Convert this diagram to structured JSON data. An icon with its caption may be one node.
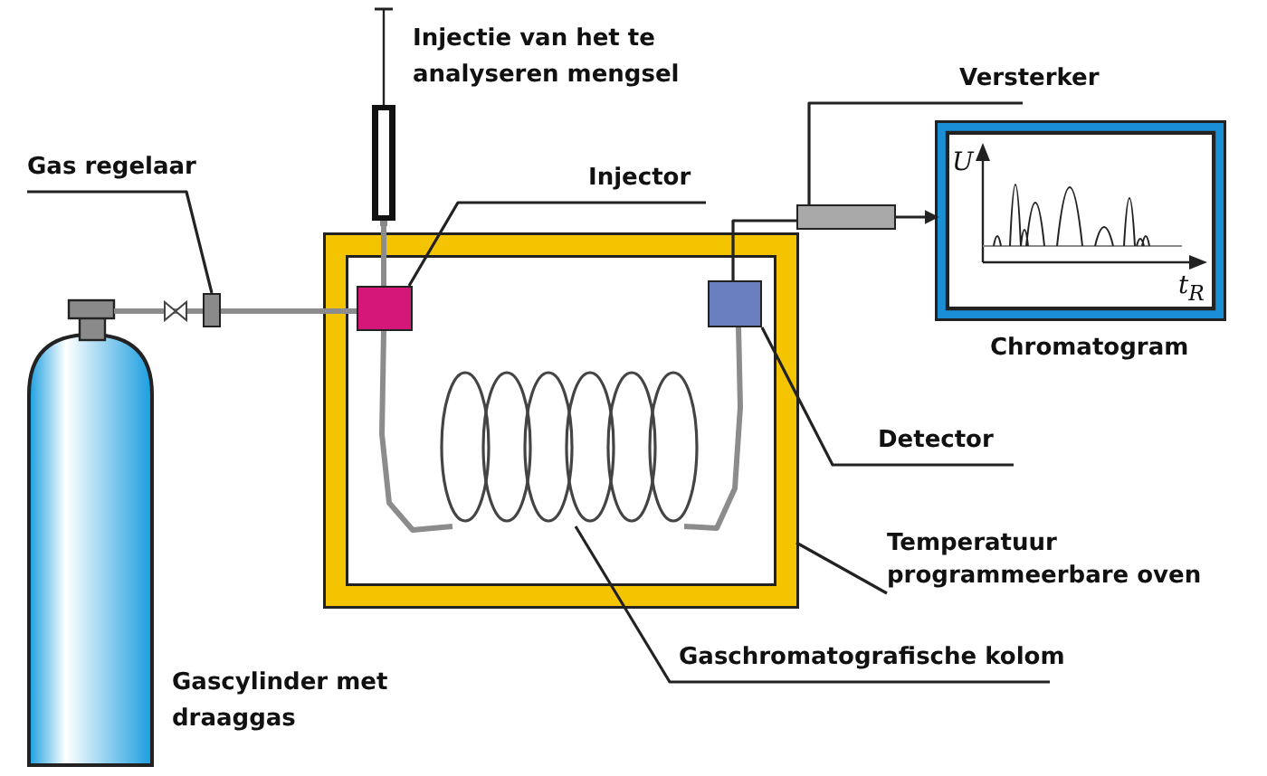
{
  "diagram": {
    "nodes": [
      {
        "text": [
          "Gas regelaar"
        ]
      },
      {
        "text": [],
        "shape": "box"
      },
      {
        "text": [],
        "shape": "cylinder",
        "beside": [
          "Gascylinder met draaggas"
        ]
      },
      {
        "text": [],
        "shape": "picture",
        "beside": [
          "Injectie van het te analyseren mengsel"
        ]
      },
      {
        "text": [],
        "shape": "box"
      },
      {
        "text": [],
        "shape": "box",
        "in": 4
      },
      {
        "text": [],
        "shape": "box",
        "in": 4
      },
      {
        "text": [],
        "shape": "picture",
        "in": 4
      },
      {
        "text": [],
        "shape": "box"
      },
      {
        "text": [],
        "shape": "box",
        "beside": [
          "Chromatogram"
        ]
      },
      {
        "text": [
          "Injector"
        ]
      },
      {
        "text": [
          "Versterker"
        ]
      },
      {
        "text": [
          "Detector"
        ]
      },
      {
        "text": [
          "Temperatuur programmeerbare oven"
        ]
      },
      {
        "text": [
          "Gaschromatografische kolom"
        ]
      }
    ],
    "edges": [
      {
        "from": 0,
        "to": 1,
        "arrow": "none"
      },
      {
        "from": 2,
        "to": 1,
        "arrow": "none",
        "color": "#8c8c8c"
      },
      {
        "from": 1,
        "to": 5,
        "arrow": "none",
        "color": "#8c8c8c"
      },
      {
        "from": 3,
        "to": 5,
        "arrow": "none",
        "color": "#8c8c8c"
      },
      {
        "from": 5,
        "to": 7,
        "arrow": "none",
        "color": "#8c8c8c"
      },
      {
        "from": 7,
        "to": 6,
        "arrow": "none",
        "color": "#8c8c8c"
      },
      {
        "from": 6,
        "to": 8,
        "arrow": "none"
      },
      {
        "from": 8,
        "to": 9,
        "arrow": "to"
      },
      {
        "from": 10,
        "to": 5,
        "arrow": "none"
      },
      {
        "from": 11,
        "to": 8,
        "arrow": "none"
      },
      {
        "from": 12,
        "to": 6,
        "arrow": "none"
      },
      {
        "from": 13,
        "to": 4,
        "arrow": "none"
      },
      {
        "from": 14,
        "to": 7,
        "arrow": "none"
      }
    ],
    "labels": [
      "U",
      "t$_{R}$"
    ]
  }
}
